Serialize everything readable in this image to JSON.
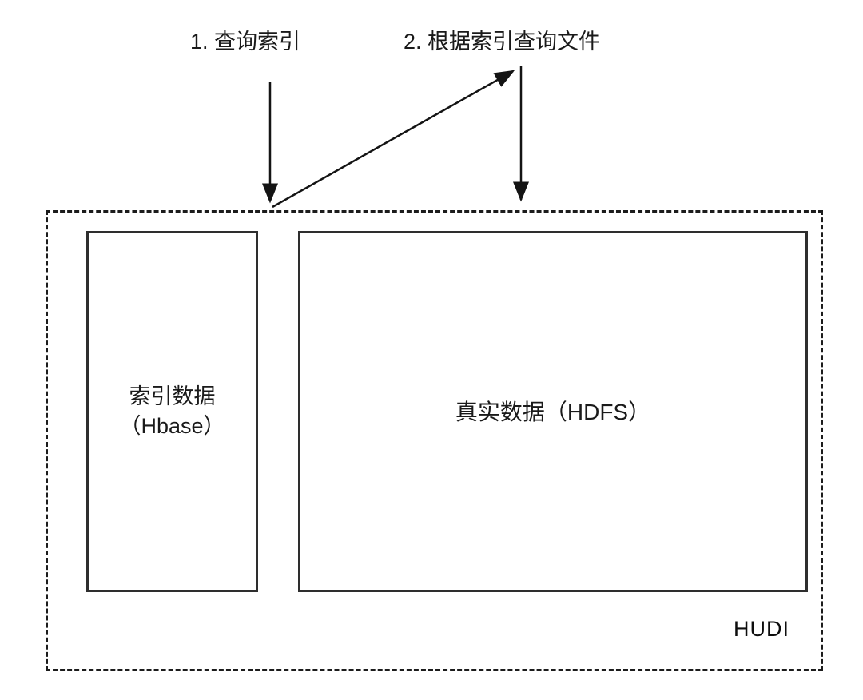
{
  "diagram": {
    "title_implicit": "HUDI index lookup flow",
    "step1_label": "1. 查询索引",
    "step2_label": "2. 根据索引查询文件",
    "index_box": {
      "line1": "索引数据",
      "line2": "（Hbase）"
    },
    "data_box": {
      "label": "真实数据（HDFS）"
    },
    "container_label": "HUDI"
  },
  "arrows": [
    {
      "name": "arrow-step1-down",
      "direction": "down",
      "relates_to": "1. 查询索引"
    },
    {
      "name": "arrow-step2-up-diagonal",
      "direction": "up-right",
      "relates_to": "2. 根据索引查询文件"
    },
    {
      "name": "arrow-step2-down",
      "direction": "down",
      "relates_to": "2. 根据索引查询文件"
    }
  ],
  "colors": {
    "ink": "#1a1a1a",
    "background": "#ffffff"
  }
}
